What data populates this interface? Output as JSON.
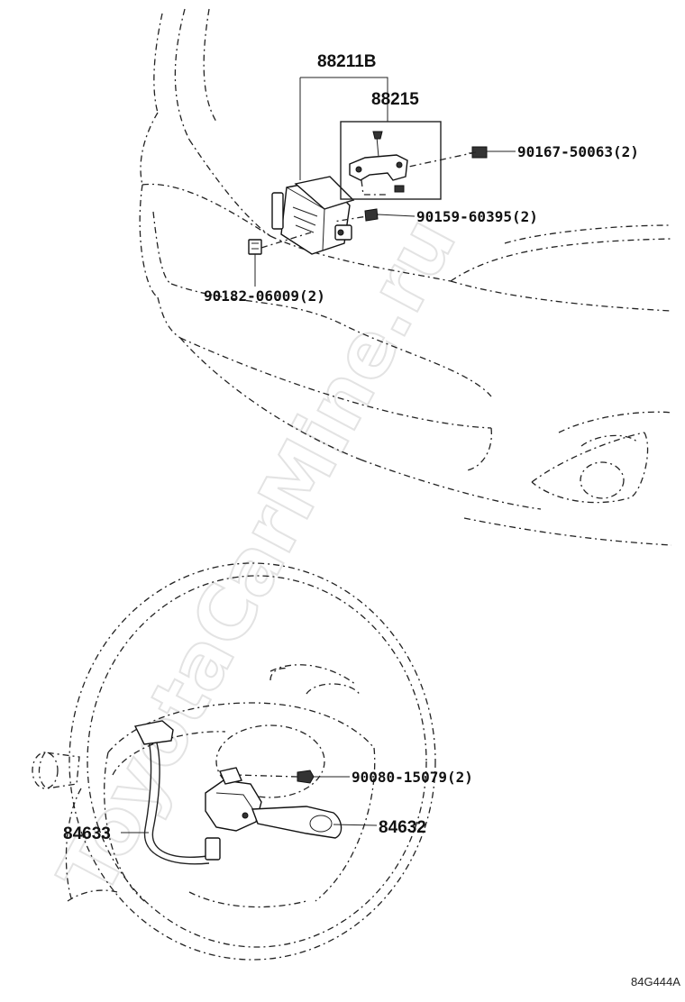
{
  "watermark": "ToyotaCarMine.ru",
  "diagram_code": "84G444A",
  "labels": {
    "assembly": "88211B",
    "bracket": "88215",
    "bolt_upper": "90167-50063(2)",
    "bolt_mid": "90159-60395(2)",
    "nut_left": "90182-06009(2)",
    "screw_wheel": "90080-15079(2)",
    "switch_harness": "84633",
    "cruise_switch": "84632"
  }
}
